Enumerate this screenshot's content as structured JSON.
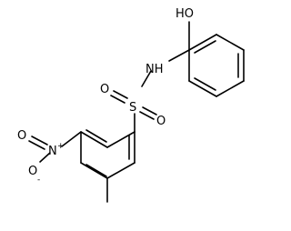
{
  "molecule": {
    "atoms": {
      "hydroxyl": "HO",
      "amine": "NH",
      "sulfur": "S",
      "sulfonyl_oxygen_1": "O",
      "sulfonyl_oxygen_2": "O",
      "nitro_nitrogen": "N",
      "nitro_oxygen_top": "O",
      "nitro_oxygen_bottom": "O"
    },
    "charges": {
      "nitro_nitrogen": "+",
      "nitro_oxygen_bottom": "-"
    }
  }
}
